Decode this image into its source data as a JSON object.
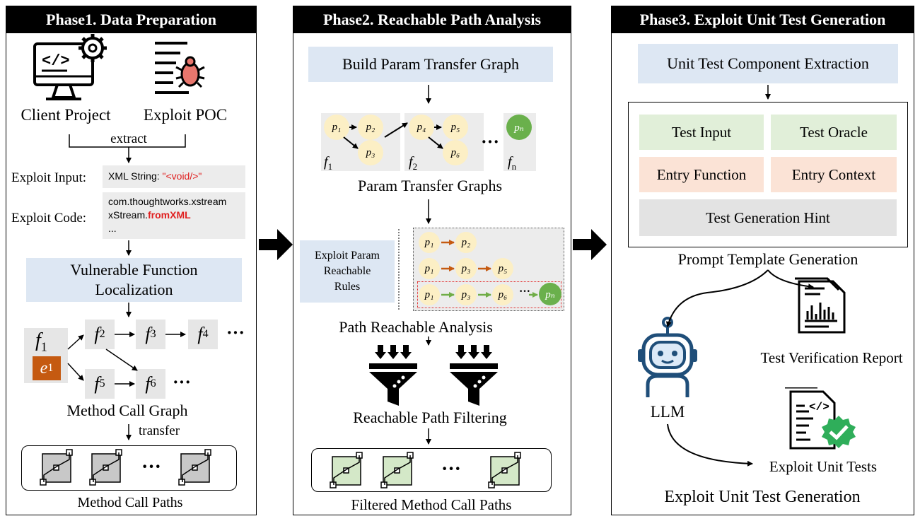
{
  "phase1": {
    "title": "Phase1. Data Preparation",
    "client_project": "Client Project",
    "exploit_poc": "Exploit POC",
    "extract": "extract",
    "exploit_input_label": "Exploit Input:",
    "exploit_input_prefix": "XML String: ",
    "exploit_input_value": "\"<void/>\"",
    "exploit_code_label": "Exploit Code:",
    "exploit_code_line1": "com.thoughtworks.xstream",
    "exploit_code_line2_prefix": "xStream.",
    "exploit_code_line2_call": "fromXML",
    "exploit_code_line3": "...",
    "vuln_loc_line1": "Vulnerable Function",
    "vuln_loc_line2": "Localization",
    "graph_nodes": {
      "f1": "f",
      "f1_sub": "1",
      "e1": "e",
      "e1_sub": "1",
      "f2": "f",
      "f2_sub": "2",
      "f3": "f",
      "f3_sub": "3",
      "f4": "f",
      "f4_sub": "4",
      "f5": "f",
      "f5_sub": "5",
      "f6": "f",
      "f6_sub": "6"
    },
    "ellipsis": "···",
    "method_call_graph": "Method Call Graph",
    "transfer": "transfer",
    "method_call_paths": "Method Call Paths"
  },
  "phase2": {
    "title": "Phase2. Reachable Path Analysis",
    "build_graph": "Build Param Transfer Graph",
    "graph_labels": {
      "f1": "f",
      "f1_sub": "1",
      "f2": "f",
      "f2_sub": "2",
      "fn": "f",
      "fn_sub": "n"
    },
    "param_nodes": {
      "p1": "p₁",
      "p2": "p₂",
      "p3": "p₃",
      "p4": "p₄",
      "p5": "p₅",
      "p6": "p₆",
      "pn": "pₙ"
    },
    "param_transfer_graphs": "Param Transfer Graphs",
    "rules_line1": "Exploit Param",
    "rules_line2": "Reachable",
    "rules_line3": "Rules",
    "path_reachable_analysis": "Path Reachable Analysis",
    "reachable_path_filtering": "Reachable Path Filtering",
    "filtered_method_call_paths": "Filtered Method Call Paths",
    "ellipsis": "···"
  },
  "phase3": {
    "title": "Phase3. Exploit Unit Test Generation",
    "component_extraction": "Unit Test Component Extraction",
    "test_input": "Test Input",
    "test_oracle": "Test Oracle",
    "entry_function": "Entry Function",
    "entry_context": "Entry Context",
    "test_generation_hint": "Test Generation Hint",
    "prompt_template_generation": "Prompt Template Generation",
    "test_verification_report": "Test Verification Report",
    "llm": "LLM",
    "exploit_unit_tests": "Exploit Unit Tests",
    "exploit_unit_test_generation": "Exploit Unit Test Generation"
  },
  "colors": {
    "blue_box": "#dde7f3",
    "green_box": "#e1efd9",
    "orange_box": "#fbe3d6",
    "grey_box": "#e3e3e3",
    "param_node": "#fcefc5",
    "terminal_node": "#6ab04c",
    "error_node": "#c55a11",
    "forbidden_arrow": "#c55a11",
    "reachable_arrow": "#70ad47",
    "highlight_border": "#e02020",
    "robot_blue": "#1f4e79"
  }
}
